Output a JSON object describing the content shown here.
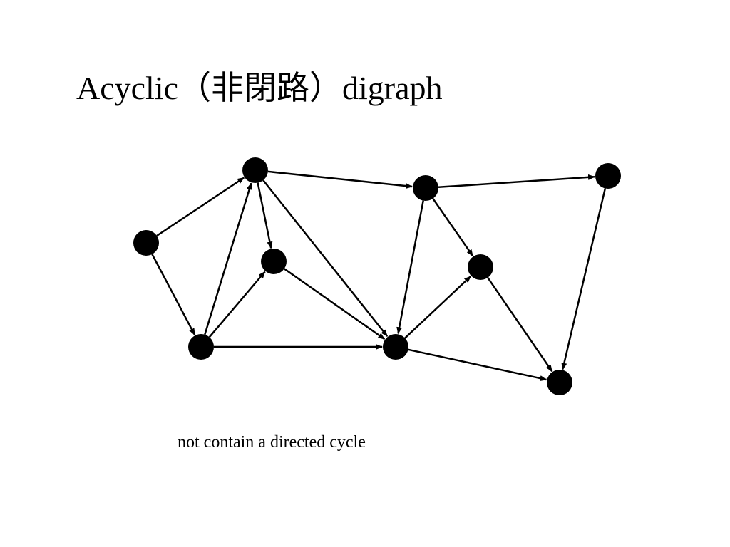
{
  "slide": {
    "title": "Acyclic（非閉路）digraph",
    "caption": "not contain a directed cycle"
  },
  "graph": {
    "directed": true,
    "node_color": "#000000",
    "edge_color": "#000000",
    "nodes": [
      "n1",
      "n2",
      "n3",
      "n4",
      "n5",
      "n6",
      "n7",
      "n8",
      "n9",
      "n10"
    ],
    "edges": [
      {
        "from": "n1",
        "to": "n2"
      },
      {
        "from": "n1",
        "to": "n3"
      },
      {
        "from": "n3",
        "to": "n2"
      },
      {
        "from": "n3",
        "to": "n4"
      },
      {
        "from": "n3",
        "to": "n5"
      },
      {
        "from": "n2",
        "to": "n4"
      },
      {
        "from": "n2",
        "to": "n6"
      },
      {
        "from": "n2",
        "to": "n5"
      },
      {
        "from": "n4",
        "to": "n5"
      },
      {
        "from": "n6",
        "to": "n7"
      },
      {
        "from": "n6",
        "to": "n5"
      },
      {
        "from": "n6",
        "to": "n8"
      },
      {
        "from": "n5",
        "to": "n8"
      },
      {
        "from": "n5",
        "to": "n9"
      },
      {
        "from": "n8",
        "to": "n9"
      },
      {
        "from": "n7",
        "to": "n9"
      }
    ]
  }
}
